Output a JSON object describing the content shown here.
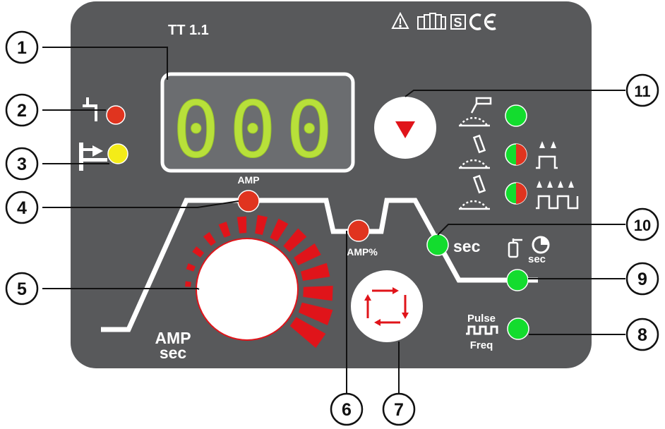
{
  "panel": {
    "model": "TT 1.1",
    "display_value": "000",
    "labels": {
      "amp_top": "AMP",
      "amp_percent": "AMP%",
      "sec_downslope": "sec",
      "sec_gas": "sec",
      "pulse": "Pulse",
      "freq": "Freq",
      "dial_amp": "AMP",
      "dial_sec": "sec"
    },
    "colors": {
      "panel": "#58595b",
      "display_bg": "#6b6d70",
      "segment": "#b8e03a",
      "led_red": "#e0341f",
      "led_yellow": "#f4ec18",
      "led_green": "#13dc2e",
      "scale_red": "#e0141a",
      "arrow_red": "#e0141a"
    },
    "icons": [
      "warning-icon",
      "manual-icon",
      "safety-s-icon",
      "ce-mark"
    ]
  },
  "callouts": [
    "1",
    "2",
    "3",
    "4",
    "5",
    "6",
    "7",
    "8",
    "9",
    "10",
    "11"
  ]
}
